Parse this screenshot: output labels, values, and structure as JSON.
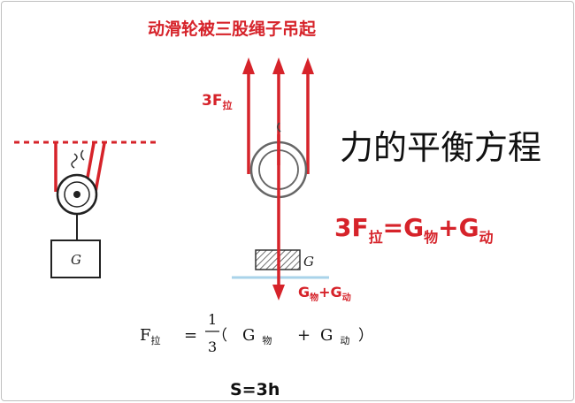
{
  "title": "动滑轮被三股绳子吊起",
  "heading": "力的平衡方程",
  "force_label": {
    "main": "3F",
    "sub": "拉"
  },
  "load_label": {
    "g1": "G",
    "g1_sub": "物",
    "plus": "+",
    "g2": "G",
    "g2_sub": "动"
  },
  "weight_symbol": "G",
  "equation_red": {
    "lhs": "3F",
    "lhs_sub": "拉",
    "eq": "=",
    "g1": "G",
    "g1_sub": "物",
    "plus": "+",
    "g2": "G",
    "g2_sub": "动"
  },
  "formula": {
    "F": "F",
    "F_sub": "拉",
    "eq": "=",
    "num": "1",
    "den": "3",
    "open": "（",
    "g1": "G",
    "g1_sub": "物",
    "plus": "+",
    "g2": "G",
    "g2_sub": "动",
    "close": "）"
  },
  "distance": "S=3h",
  "colors": {
    "red": "#d6232a",
    "dark": "#222222",
    "ground": "#a9d3ea"
  }
}
